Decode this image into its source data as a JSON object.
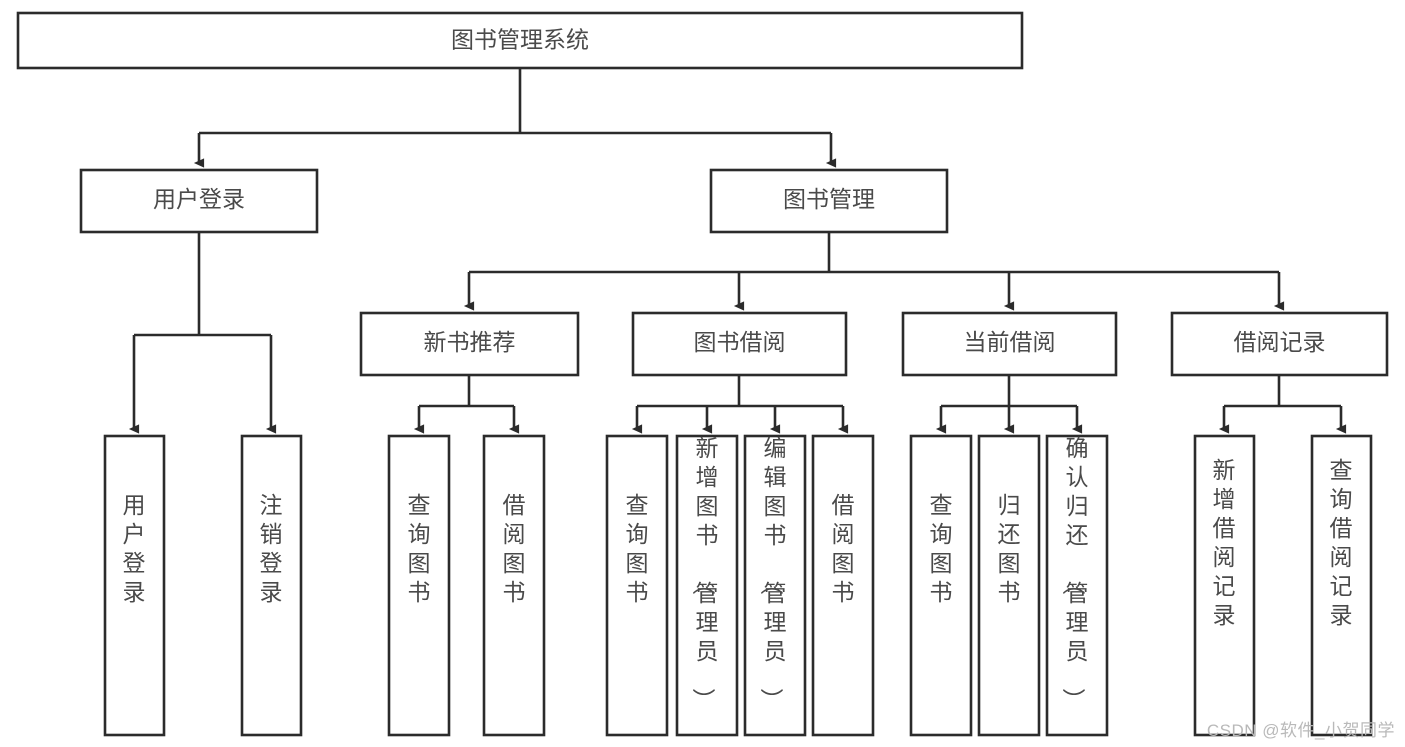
{
  "diagram": {
    "title": "图书管理系统",
    "type": "tree-hierarchy-diagram",
    "watermark": "CSDN @软件_小贺同学",
    "colors": {
      "box_stroke": "#2b2b2b",
      "box_fill": "#ffffff",
      "text": "#4a4a4a",
      "background": "#ffffff",
      "watermark": "#b9b9b9"
    },
    "root": {
      "label": "图书管理系统"
    },
    "level2": [
      {
        "label": "用户登录"
      },
      {
        "label": "图书管理"
      }
    ],
    "level3": [
      {
        "label": "新书推荐"
      },
      {
        "label": "图书借阅"
      },
      {
        "label": "当前借阅"
      },
      {
        "label": "借阅记录"
      }
    ],
    "leaves": {
      "user_login": [
        {
          "label": "用户登录"
        },
        {
          "label": "注销登录"
        }
      ],
      "new_book_recommend": [
        {
          "label": "查询图书"
        },
        {
          "label": "借阅图书"
        }
      ],
      "book_borrow": [
        {
          "label": "查询图书"
        },
        {
          "label": "新增图书（管理员）"
        },
        {
          "label": "编辑图书（管理员）"
        },
        {
          "label": "借阅图书"
        }
      ],
      "current_borrow": [
        {
          "label": "查询图书"
        },
        {
          "label": "归还图书"
        },
        {
          "label": "确认归还（管理员）"
        }
      ],
      "borrow_record": [
        {
          "label": "新增借阅记录"
        },
        {
          "label": "查询借阅记录"
        }
      ]
    }
  }
}
